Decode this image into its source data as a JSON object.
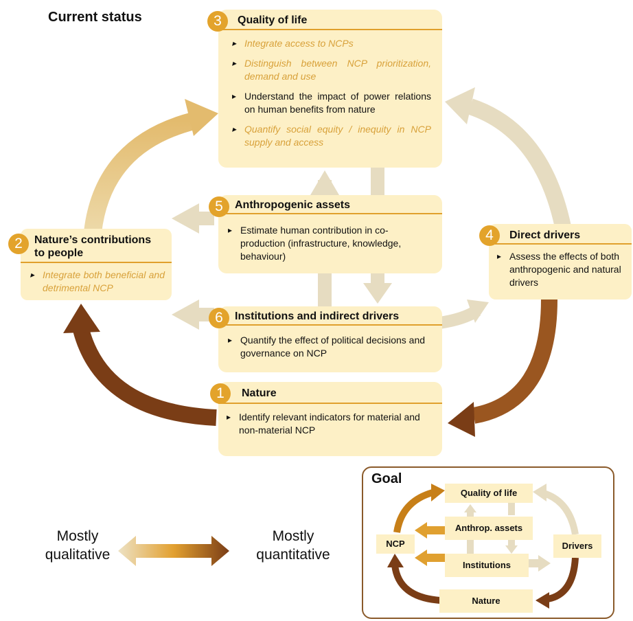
{
  "current_status": "Current status",
  "boxes": {
    "quality": {
      "num": "3",
      "title": "Quality of life",
      "items": [
        "Integrate access to NCPs",
        "Distinguish between NCP prioritization, demand and use",
        "Understand the impact of power relations on human benefits from nature",
        "Quantify social equity / inequity in NCP supply and access"
      ]
    },
    "ncp": {
      "num": "2",
      "title1": "Nature’s contributions",
      "title2": "to people",
      "item": "Integrate both beneficial and detrimental NCP"
    },
    "anthropogenic": {
      "num": "5",
      "title": "Anthropogenic assets",
      "item": "Estimate human contribution in co-production (infrastructure, knowledge, behaviour)"
    },
    "direct": {
      "num": "4",
      "title": "Direct drivers",
      "item": "Assess the effects of both anthropogenic and natural drivers"
    },
    "institutions": {
      "num": "6",
      "title": "Institutions and indirect drivers",
      "item": "Quantify the effect of political decisions and governance on NCP"
    },
    "nature": {
      "num": "1",
      "title": "Nature",
      "item": "Identify relevant indicators for material and non-material NCP"
    }
  },
  "scale": {
    "left1": "Mostly",
    "left2": "qualitative",
    "right1": "Mostly",
    "right2": "quantitative"
  },
  "goal": {
    "title": "Goal",
    "quality": "Quality of life",
    "anthrop": "Anthrop. assets",
    "ncp": "NCP",
    "institutions": "Institutions",
    "drivers": "Drivers",
    "nature": "Nature"
  },
  "colors": {
    "box": "#fdf0c6",
    "accent": "#e3a32b",
    "highlight": "#d8a13a",
    "dark_arrow": "#7a3d16",
    "light_arrow": "#e6dcc1"
  }
}
